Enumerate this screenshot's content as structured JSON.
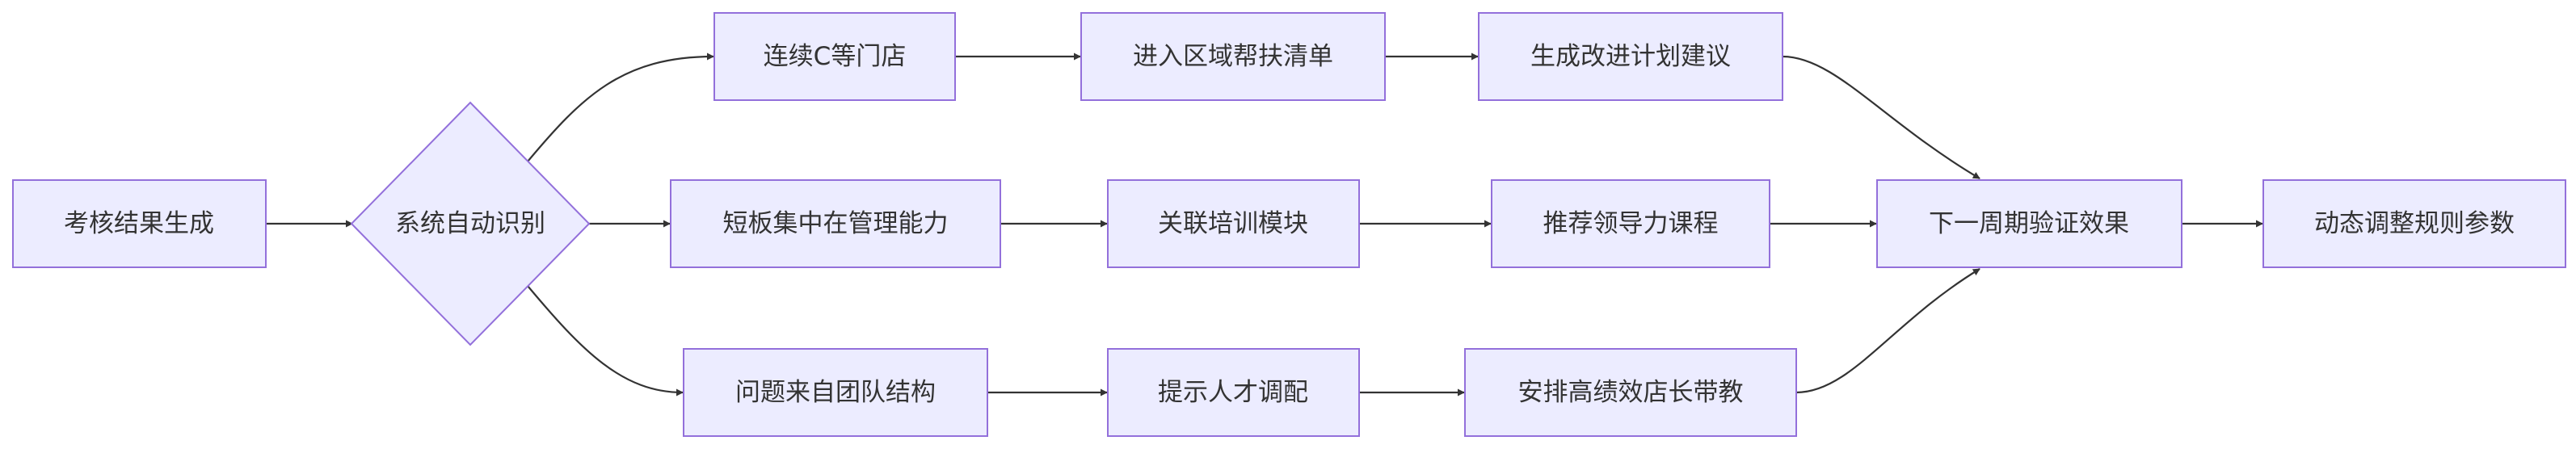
{
  "diagram": {
    "type": "flowchart",
    "colors": {
      "node_fill": "#ECECFF",
      "node_border": "#9370DB",
      "edge": "#333333",
      "text": "#333333"
    },
    "nodes": {
      "n1": "考核结果生成",
      "n2": "系统自动识别",
      "n3": "连续C等门店",
      "n4": "进入区域帮扶清单",
      "n5": "生成改进计划建议",
      "n6": "短板集中在管理能力",
      "n7": "关联培训模块",
      "n8": "推荐领导力课程",
      "n9": "下一周期验证效果",
      "n10": "动态调整规则参数",
      "n11": "问题来自团队结构",
      "n12": "提示人才调配",
      "n13": "安排高绩效店长带教"
    },
    "edges": [
      [
        "n1",
        "n2"
      ],
      [
        "n2",
        "n3"
      ],
      [
        "n2",
        "n6"
      ],
      [
        "n2",
        "n11"
      ],
      [
        "n3",
        "n4"
      ],
      [
        "n4",
        "n5"
      ],
      [
        "n5",
        "n9"
      ],
      [
        "n6",
        "n7"
      ],
      [
        "n7",
        "n8"
      ],
      [
        "n8",
        "n9"
      ],
      [
        "n11",
        "n12"
      ],
      [
        "n12",
        "n13"
      ],
      [
        "n13",
        "n9"
      ],
      [
        "n9",
        "n10"
      ]
    ]
  }
}
